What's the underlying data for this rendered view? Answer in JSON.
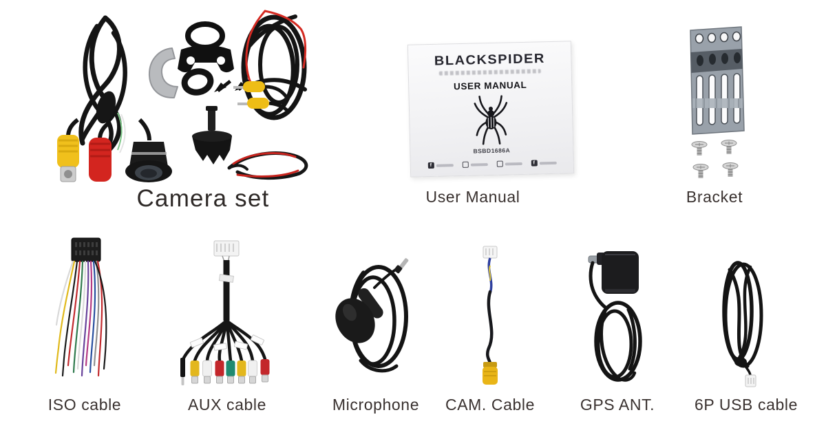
{
  "page": {
    "background": "#ffffff"
  },
  "colors": {
    "label_text": "#39312f",
    "rca_yellow": "#eebd16",
    "rca_red": "#c3272b",
    "rca_white": "#f0f0f0",
    "rca_teal": "#1f8a70",
    "bracket_metal": "#99a1aa",
    "cable_black": "#141414"
  },
  "items": {
    "camera_set": {
      "label": "Camera set"
    },
    "user_manual": {
      "label": "User Manual",
      "cover": {
        "brand": "BLACKSPIDER",
        "title": "USER MANUAL",
        "model": "BSBD1686A"
      }
    },
    "bracket": {
      "label": "Bracket"
    },
    "iso_cable": {
      "label": "ISO cable"
    },
    "aux_cable": {
      "label": "AUX cable"
    },
    "microphone": {
      "label": "Microphone"
    },
    "cam_cable": {
      "label": "CAM. Cable"
    },
    "gps_ant": {
      "label": "GPS ANT."
    },
    "usb_cable": {
      "label": "6P USB cable"
    }
  }
}
